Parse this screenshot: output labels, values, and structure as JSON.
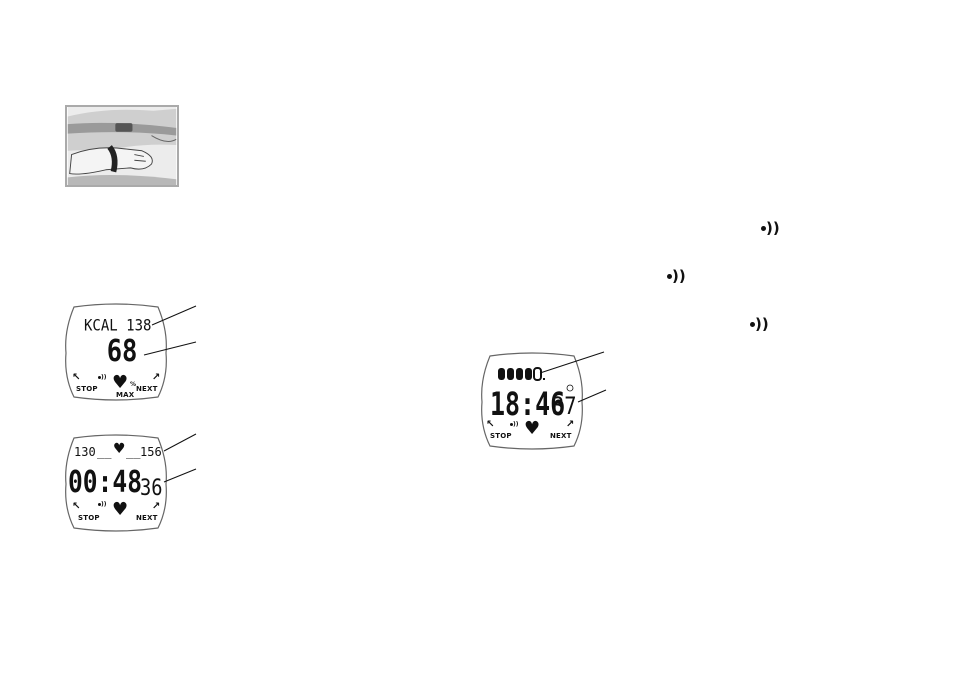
{
  "colors": {
    "ink": "#111111",
    "frame": "#aaaaaa",
    "photo_bg": "#d8d8d8"
  },
  "watch1": {
    "top_line": "KCAL 138",
    "main_value": "68",
    "percent_label": "%",
    "max_label": "MAX",
    "stop_label": "STOP",
    "next_label": "NEXT"
  },
  "watch2": {
    "limit_low": "130",
    "limit_high": "156",
    "main_value": "00:48",
    "seconds_value": "36",
    "stop_label": "STOP",
    "next_label": "NEXT"
  },
  "watch3": {
    "main_value": "18:46",
    "seconds_value": "37",
    "stop_label": "STOP",
    "next_label": "NEXT"
  },
  "icons": {
    "signal": "signal-icon",
    "heart": "heart-icon",
    "arrow": "arrow-icon",
    "clock": "clock-icon",
    "zone_bar": "zone-bar-icon"
  }
}
